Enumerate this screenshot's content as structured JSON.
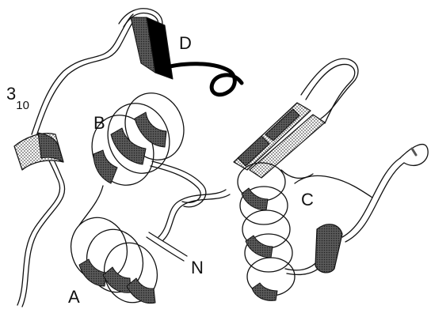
{
  "figure": {
    "labels": {
      "helix_a": "A",
      "helix_b": "B",
      "helix_c": "C",
      "strand_d": "D",
      "terminus_n": "N",
      "helix_310_main": "3",
      "helix_310_sub": "10"
    }
  },
  "colors": {
    "ink": "#111111",
    "ribbon_fill": "#ffffff",
    "shade": "#7a7a7a",
    "dark_shade": "#3a3a3a",
    "strand_fill": "#000000"
  }
}
